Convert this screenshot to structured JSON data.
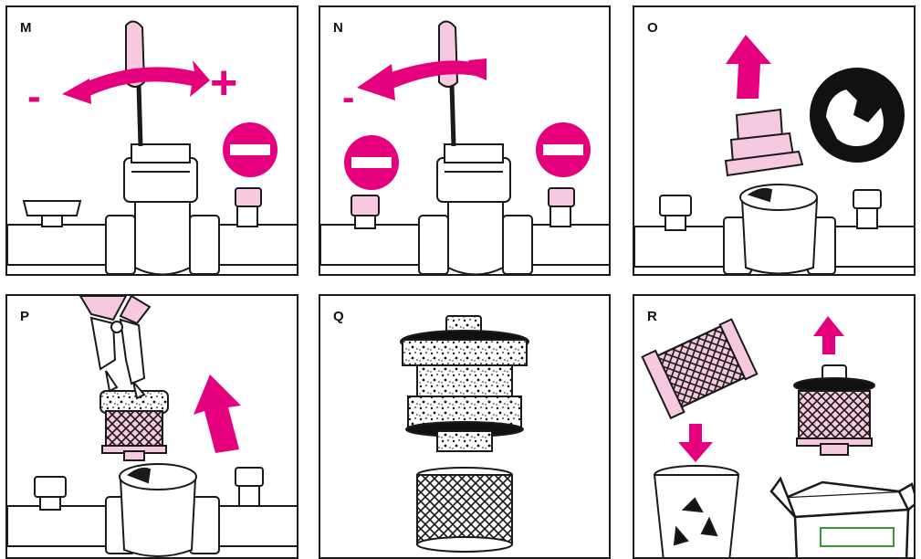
{
  "panels": [
    {
      "label": "M",
      "signs": {
        "minus": "-",
        "plus": "+"
      }
    },
    {
      "label": "N",
      "signs": {
        "minus": "-"
      }
    },
    {
      "label": "O"
    },
    {
      "label": "P"
    },
    {
      "label": "Q"
    },
    {
      "label": "R"
    }
  ],
  "colors": {
    "accent": "#e5007e",
    "accent_light": "#f7c9e0",
    "line": "#1a1a1a",
    "background": "#ffffff"
  },
  "icons": [
    "screwdriver-icon",
    "rotate-arrow-icon",
    "no-entry-icon",
    "wrench-icon",
    "pliers-icon",
    "up-arrow-icon",
    "down-arrow-icon",
    "recycle-bin-icon",
    "box-icon",
    "filter-cartridge-icon",
    "pipe-valve-icon"
  ]
}
